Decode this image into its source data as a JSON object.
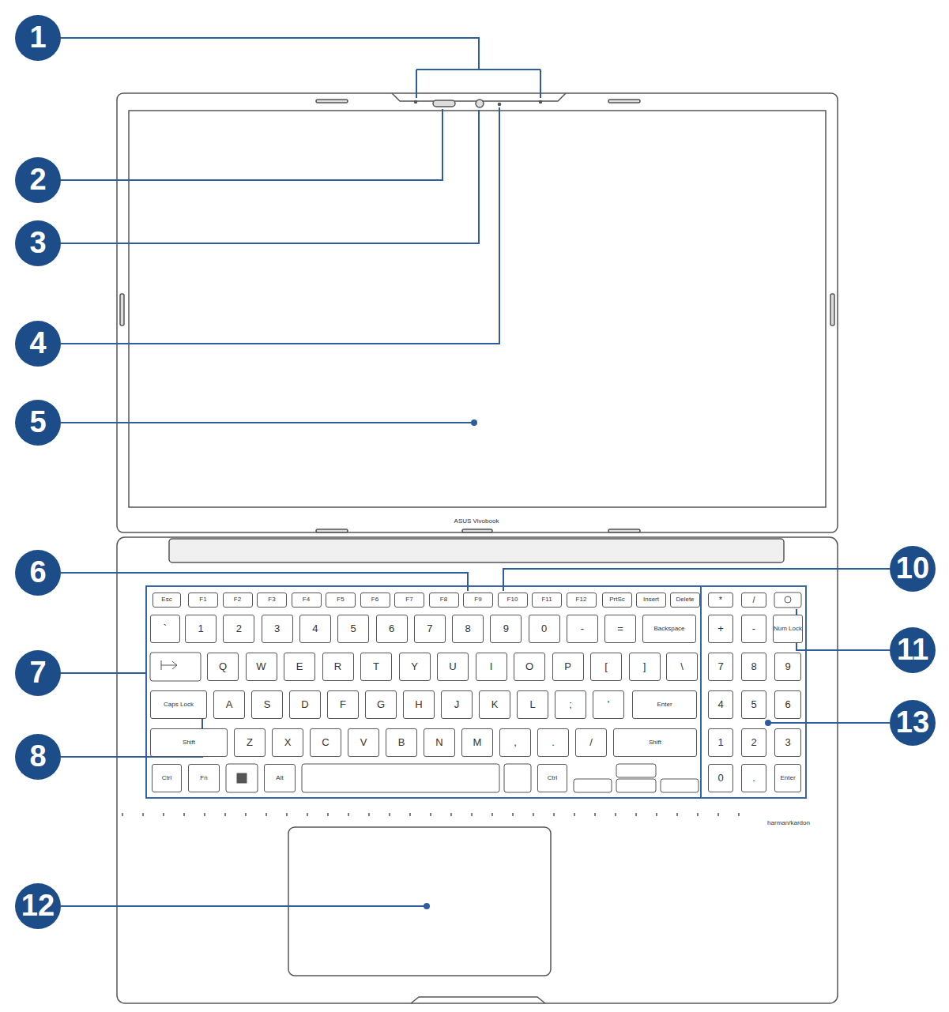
{
  "diagram": {
    "nodes": [
      {
        "text": [
          "1"
        ]
      },
      {
        "text": [
          "2"
        ]
      },
      {
        "text": [
          "3"
        ]
      },
      {
        "text": [
          "4"
        ]
      },
      {
        "text": [
          "5"
        ]
      },
      {
        "text": [
          "6"
        ]
      },
      {
        "text": [
          "7"
        ]
      },
      {
        "text": [
          "8"
        ]
      },
      {
        "text": [
          "10"
        ]
      },
      {
        "text": [
          "11"
        ]
      },
      {
        "text": [
          "12"
        ]
      },
      {
        "text": [
          "13"
        ]
      },
      {
        "text": [
          "Esc"
        ]
      },
      {
        "text": [
          "F1"
        ]
      },
      {
        "text": [
          "F2"
        ]
      },
      {
        "text": [
          "F3"
        ]
      },
      {
        "text": [
          "F4"
        ]
      },
      {
        "text": [
          "F5"
        ]
      },
      {
        "text": [
          "F6"
        ]
      },
      {
        "text": [
          "F7"
        ]
      },
      {
        "text": [
          "F8"
        ]
      },
      {
        "text": [
          "F9"
        ]
      },
      {
        "text": [
          "F10"
        ]
      },
      {
        "text": [
          "F11"
        ]
      },
      {
        "text": [
          "F12"
        ]
      },
      {
        "text": [
          "PrtSc"
        ]
      },
      {
        "text": [
          "Insert"
        ]
      },
      {
        "text": [
          "Delete"
        ]
      },
      {
        "text": [
          "*"
        ]
      },
      {
        "text": [
          "/"
        ]
      },
      {
        "text": [
          "`"
        ]
      },
      {
        "text": [
          "1"
        ]
      },
      {
        "text": [
          "2"
        ]
      },
      {
        "text": [
          "3"
        ]
      },
      {
        "text": [
          "4"
        ]
      },
      {
        "text": [
          "5"
        ]
      },
      {
        "text": [
          "6"
        ]
      },
      {
        "text": [
          "7"
        ]
      },
      {
        "text": [
          "8"
        ]
      },
      {
        "text": [
          "9"
        ]
      },
      {
        "text": [
          "0"
        ]
      },
      {
        "text": [
          "-"
        ]
      },
      {
        "text": [
          "="
        ]
      },
      {
        "text": [
          "Backspace"
        ]
      },
      {
        "text": [
          "+"
        ]
      },
      {
        "text": [
          "-"
        ]
      },
      {
        "text": [
          "Num Lock"
        ]
      },
      {
        "text": [
          "Q"
        ]
      },
      {
        "text": [
          "W"
        ]
      },
      {
        "text": [
          "E"
        ]
      },
      {
        "text": [
          "R"
        ]
      },
      {
        "text": [
          "T"
        ]
      },
      {
        "text": [
          "Y"
        ]
      },
      {
        "text": [
          "U"
        ]
      },
      {
        "text": [
          "I"
        ]
      },
      {
        "text": [
          "O"
        ]
      },
      {
        "text": [
          "P"
        ]
      },
      {
        "text": [
          "["
        ]
      },
      {
        "text": [
          "]"
        ]
      },
      {
        "text": [
          "\\"
        ]
      },
      {
        "text": [
          "7"
        ]
      },
      {
        "text": [
          "8"
        ]
      },
      {
        "text": [
          "9"
        ]
      },
      {
        "text": [
          "Caps Lock"
        ]
      },
      {
        "text": [
          "A"
        ]
      },
      {
        "text": [
          "S"
        ]
      },
      {
        "text": [
          "D"
        ]
      },
      {
        "text": [
          "F"
        ]
      },
      {
        "text": [
          "G"
        ]
      },
      {
        "text": [
          "H"
        ]
      },
      {
        "text": [
          "J"
        ]
      },
      {
        "text": [
          "K"
        ]
      },
      {
        "text": [
          "L"
        ]
      },
      {
        "text": [
          ";"
        ]
      },
      {
        "text": [
          "'"
        ]
      },
      {
        "text": [
          "Enter"
        ]
      },
      {
        "text": [
          "4"
        ]
      },
      {
        "text": [
          "5"
        ]
      },
      {
        "text": [
          "6"
        ]
      },
      {
        "text": [
          "Shift"
        ]
      },
      {
        "text": [
          "Z"
        ]
      },
      {
        "text": [
          "X"
        ]
      },
      {
        "text": [
          "C"
        ]
      },
      {
        "text": [
          "V"
        ]
      },
      {
        "text": [
          "B"
        ]
      },
      {
        "text": [
          "N"
        ]
      },
      {
        "text": [
          "M"
        ]
      },
      {
        "text": [
          ","
        ]
      },
      {
        "text": [
          "."
        ]
      },
      {
        "text": [
          "/"
        ]
      },
      {
        "text": [
          "Shift"
        ]
      },
      {
        "text": [
          "1"
        ]
      },
      {
        "text": [
          "2"
        ]
      },
      {
        "text": [
          "3"
        ]
      },
      {
        "text": [
          "Ctrl"
        ]
      },
      {
        "text": [
          "Fn"
        ]
      },
      {
        "text": [
          "Alt"
        ]
      },
      {
        "text": [
          "Ctrl"
        ]
      },
      {
        "text": [
          "0"
        ]
      },
      {
        "text": [
          "."
        ]
      },
      {
        "text": [
          "Enter"
        ]
      }
    ],
    "labels": [
      "ASUS Vivobook",
      "harman/kardon"
    ]
  }
}
